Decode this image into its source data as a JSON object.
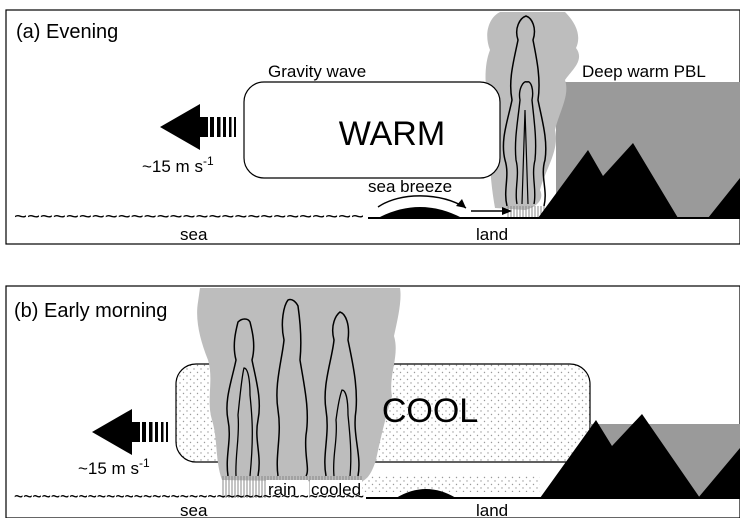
{
  "panel_a": {
    "title": "(a) Evening",
    "gravity_wave_label": "Gravity wave",
    "box_label": "WARM",
    "pbl_label": "Deep warm PBL",
    "speed_prefix": "~15 m s",
    "speed_exp": "-1",
    "breeze_label": "sea breeze",
    "sea_label": "sea",
    "land_label": "land",
    "wave_text": "~~~~~~~~~~~~~~~~~~~~~~~~~~~"
  },
  "panel_b": {
    "title": "(b) Early morning",
    "box_label": "COOL",
    "speed_prefix": "~15 m s",
    "speed_exp": "-1",
    "rain_label_1": "rain",
    "rain_label_2": "cooled",
    "sea_label": "sea",
    "land_label": "land",
    "wave_text": "~~~~~~~~~~~~~~~~~~~~~~~~~~~~~~~~~~~~~~"
  },
  "colors": {
    "cloud_gray": "#bdbdbd",
    "pbl_gray": "#9a9a9a",
    "terrain": "#000000",
    "line": "#000000"
  }
}
